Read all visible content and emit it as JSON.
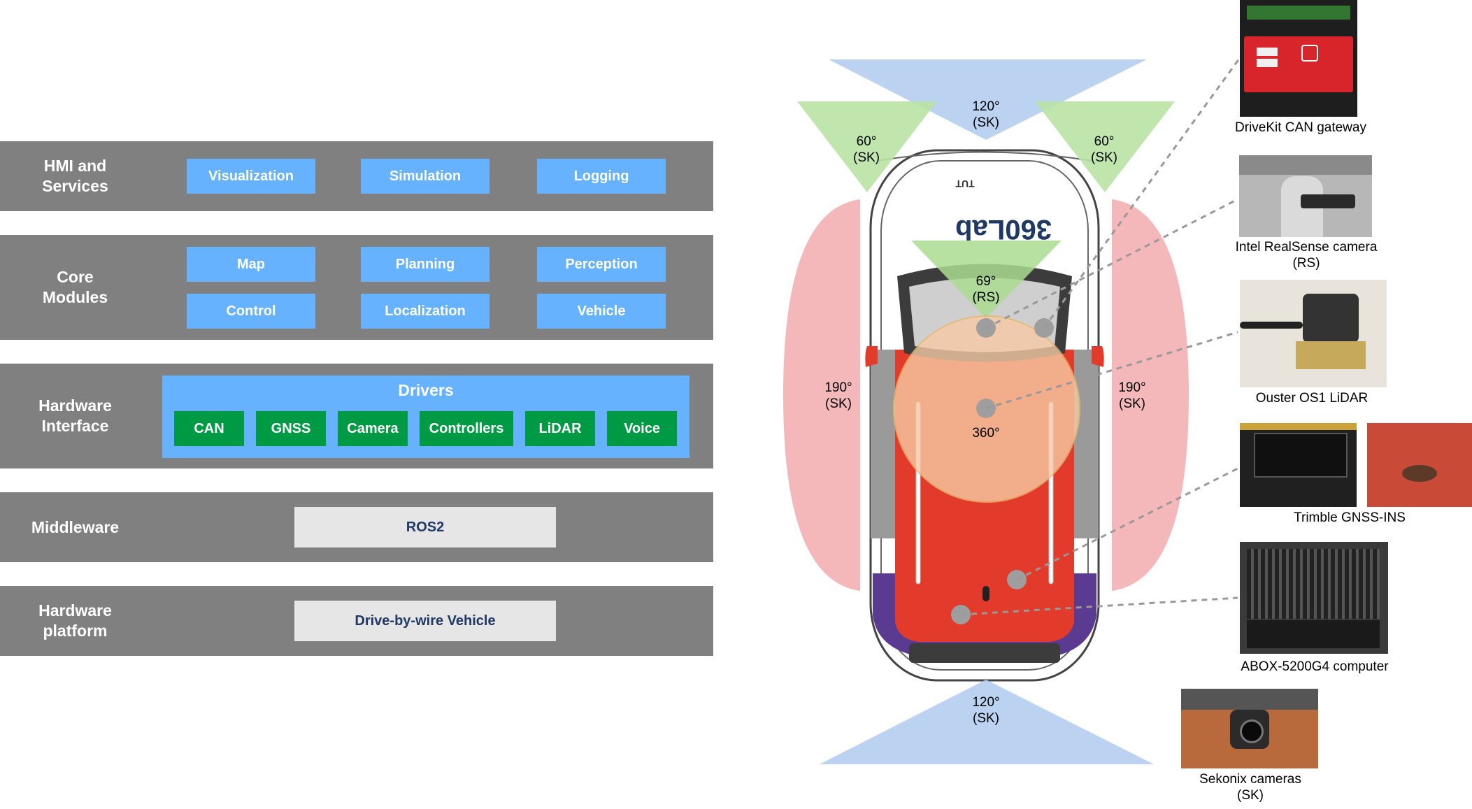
{
  "layers": {
    "hmi": {
      "title": "HMI and\nServices",
      "modules": [
        "Visualization",
        "Simulation",
        "Logging"
      ]
    },
    "core": {
      "title": "Core\nModules",
      "modules": [
        "Map",
        "Planning",
        "Perception",
        "Control",
        "Localization",
        "Vehicle"
      ]
    },
    "hardware_interface": {
      "title": "Hardware\nInterface",
      "drivers_title": "Drivers",
      "drivers": [
        "CAN",
        "GNSS",
        "Camera",
        "Controllers",
        "LiDAR",
        "Voice"
      ]
    },
    "middleware": {
      "title": "Middleware",
      "box": "ROS2"
    },
    "hardware_platform": {
      "title": "Hardware\nplatform",
      "box": "Drive-by-wire Vehicle"
    }
  },
  "fov": {
    "front_long": {
      "angle": "120°",
      "sensor": "(SK)"
    },
    "front_left": {
      "angle": "60°",
      "sensor": "(SK)"
    },
    "front_right": {
      "angle": "60°",
      "sensor": "(SK)"
    },
    "realsense": {
      "angle": "69°",
      "sensor": "(RS)"
    },
    "left_side": {
      "angle": "190°",
      "sensor": "(SK)"
    },
    "right_side": {
      "angle": "190°",
      "sensor": "(SK)"
    },
    "lidar": {
      "angle": "360°"
    },
    "rear": {
      "angle": "120°",
      "sensor": "(SK)"
    }
  },
  "vehicle": {
    "lab_logo": "360Lab",
    "sticker": "TUT"
  },
  "components": {
    "drivekit": "DriveKit CAN gateway",
    "realsense": "Intel RealSense camera\n(RS)",
    "ouster": "Ouster OS1 LiDAR",
    "gnss": "Trimble GNSS-INS",
    "abox": "ABOX-5200G4 computer",
    "sekonix": "Sekonix cameras\n(SK)"
  },
  "colors": {
    "layer_bg": "#808080",
    "module_blue": "#66b2ff",
    "driver_green": "#009a44",
    "fov_blue": "#b4cdef",
    "fov_green": "#b9e2a4",
    "fov_red": "#f4b8ba",
    "lidar_orange": "#f7caa4"
  }
}
